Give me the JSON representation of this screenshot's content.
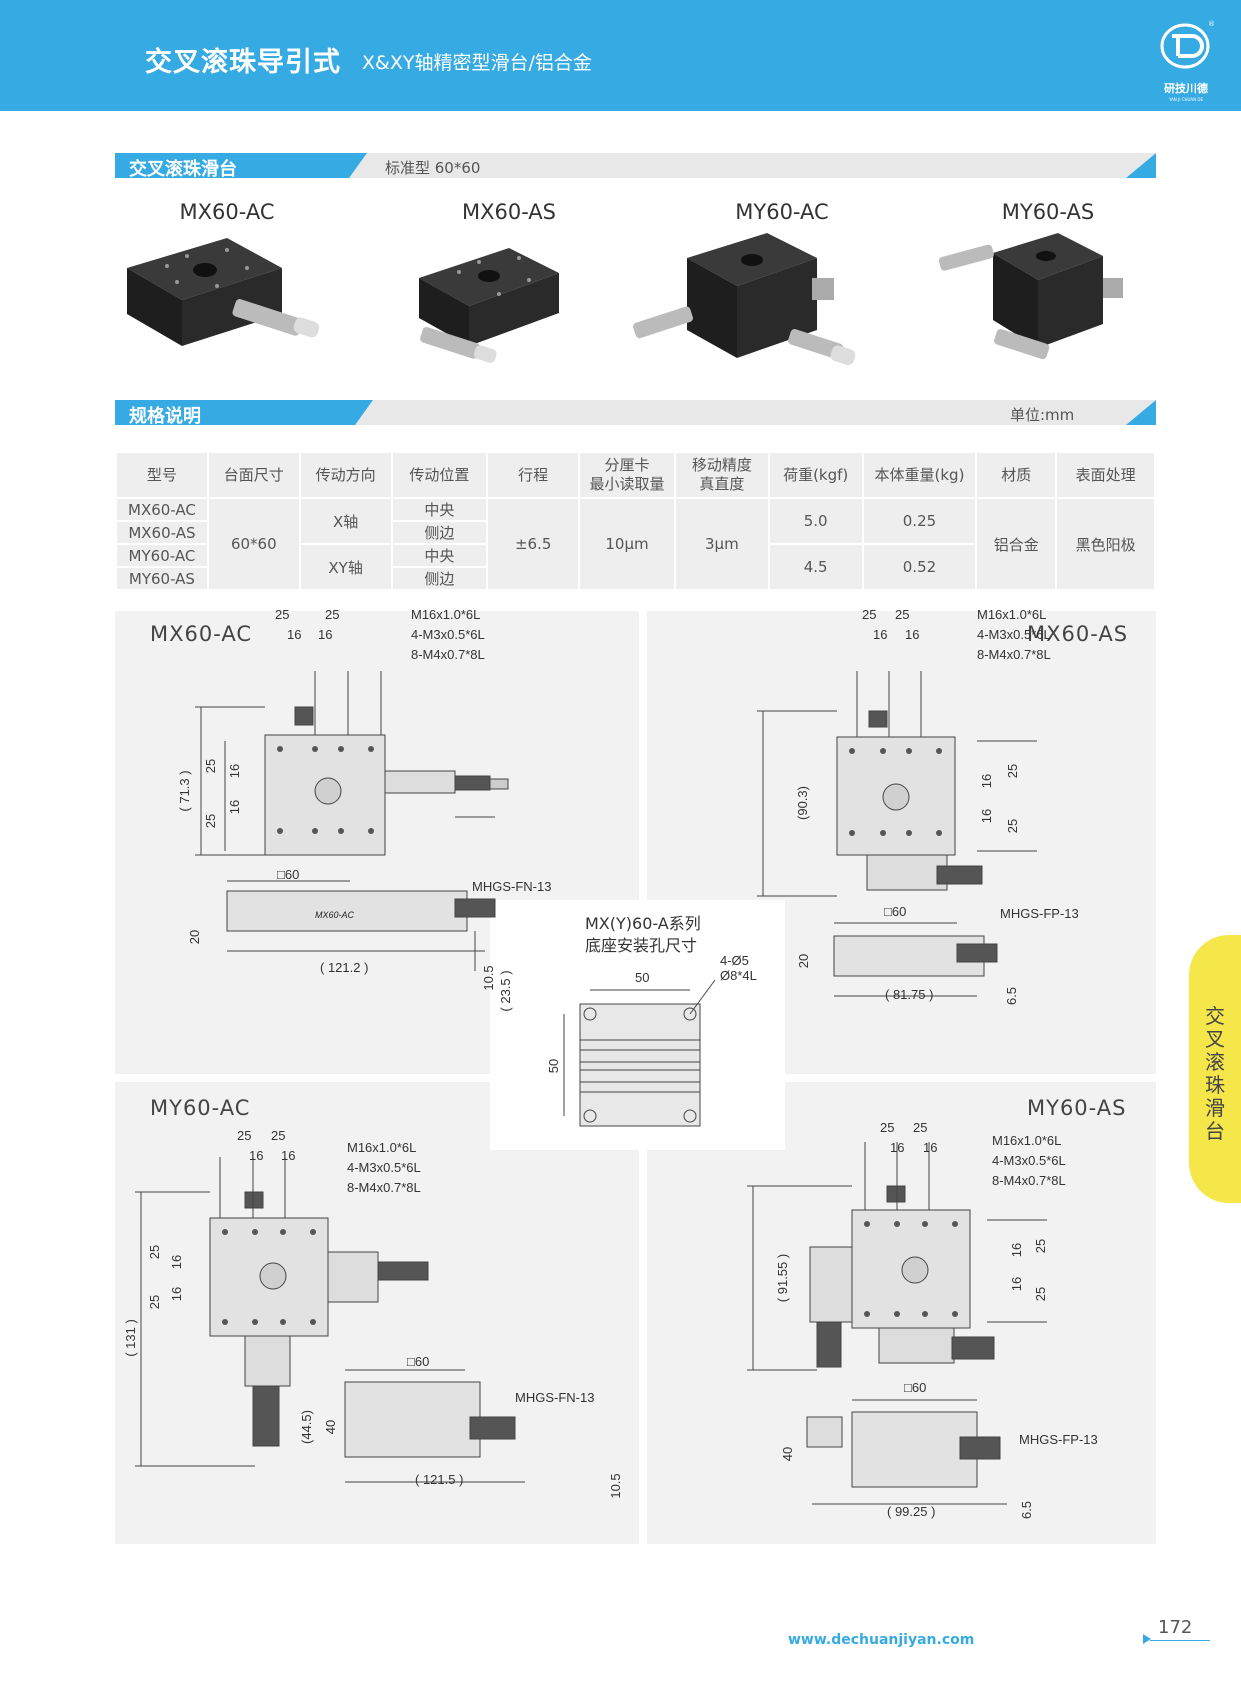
{
  "header": {
    "title": "交叉滚珠导引式",
    "subtitle": "X&XY轴精密型滑台/铝合金",
    "logo_text": "研技川德",
    "logo_sub": "YAN JI CHUAN DE"
  },
  "section1": {
    "title": "交叉滚珠滑台",
    "note": "标准型 60*60"
  },
  "products": [
    {
      "name": "MX60-AC"
    },
    {
      "name": "MX60-AS"
    },
    {
      "name": "MY60-AC"
    },
    {
      "name": "MY60-AS"
    }
  ],
  "section2": {
    "title": "规格说明",
    "unit": "单位:mm"
  },
  "spec_table": {
    "headers": [
      "型号",
      "台面尺寸",
      "传动方向",
      "传动位置",
      "行程",
      "分厘卡\n最小读取量",
      "移动精度\n真直度",
      "荷重(kgf)",
      "本体重量(kg)",
      "材质",
      "表面处理"
    ],
    "models": [
      "MX60-AC",
      "MX60-AS",
      "MY60-AC",
      "MY60-AS"
    ],
    "table_size": "60*60",
    "directions": [
      "X轴",
      "XY轴"
    ],
    "positions": [
      "中央",
      "侧边",
      "中央",
      "侧边"
    ],
    "stroke": "±6.5",
    "micrometer": "10μm",
    "precision": "3μm",
    "load": [
      "5.0",
      "4.5"
    ],
    "weight": [
      "0.25",
      "0.52"
    ],
    "material": "铝合金",
    "surface": "黑色阳极"
  },
  "drawings": {
    "mx60ac": {
      "title": "MX60-AC",
      "d25a": "25",
      "d25b": "25",
      "d16a": "16",
      "d16b": "16",
      "call1": "M16x1.0*6L",
      "call2": "4-M3x0.5*6L",
      "call3": "8-M4x0.7*8L",
      "h_total": "( 71.3 )",
      "v25a": "25",
      "v25b": "25",
      "v16a": "16",
      "v16b": "16",
      "sq": "□60",
      "micro": "MHGS-FN-13",
      "h20": "20",
      "w": "( 121.2 )",
      "h105": "10.5",
      "h235": "( 23.5 )",
      "engrave": "MX60-AC"
    },
    "mx60as": {
      "title": "MX60-AS",
      "d25a": "25",
      "d25b": "25",
      "d16a": "16",
      "d16b": "16",
      "call1": "M16x1.0*6L",
      "call2": "4-M3x0.5*6L",
      "call3": "8-M4x0.7*8L",
      "h_total": "(90.3)",
      "v16a": "16",
      "v16b": "16",
      "v25a": "25",
      "v25b": "25",
      "sq": "□60",
      "micro": "MHGS-FP-13",
      "h20": "20",
      "w": "( 81.75 )",
      "h65": "6.5"
    },
    "base": {
      "title1": "MX(Y)60-A系列",
      "title2": "底座安装孔尺寸",
      "w50": "50",
      "h50": "50",
      "hole1": "4-Ø5",
      "hole2": "Ø8*4L"
    },
    "my60ac": {
      "title": "MY60-AC",
      "d25a": "25",
      "d25b": "25",
      "d16a": "16",
      "d16b": "16",
      "call1": "M16x1.0*6L",
      "call2": "4-M3x0.5*6L",
      "call3": "8-M4x0.7*8L",
      "v25a": "25",
      "v16a": "16",
      "v16b": "16",
      "v25b": "25",
      "h_total": "( 131 )",
      "sq": "□60",
      "micro": "MHGS-FN-13",
      "h445": "(44.5)",
      "h40": "40",
      "w": "( 121.5 )",
      "h105": "10.5"
    },
    "my60as": {
      "title": "MY60-AS",
      "d25a": "25",
      "d25b": "25",
      "d16a": "16",
      "d16b": "16",
      "call1": "M16x1.0*6L",
      "call2": "4-M3x0.5*6L",
      "call3": "8-M4x0.7*8L",
      "h_total": "( 91.55 )",
      "v16a": "16",
      "v25a": "25",
      "v16b": "16",
      "v25b": "25",
      "sq": "□60",
      "micro": "MHGS-FP-13",
      "h40": "40",
      "w": "( 99.25 )",
      "h65": "6.5"
    }
  },
  "side_tab": "交叉滚珠滑台",
  "footer": {
    "url": "www.dechuanjiyan.com",
    "page": "172"
  }
}
